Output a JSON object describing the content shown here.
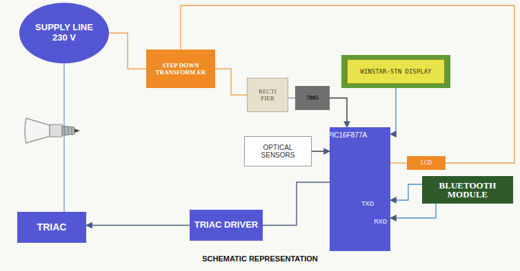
{
  "diagram": {
    "caption": "SCHEMATIC REPRESENTATION",
    "nodes": [
      {
        "text": [
          "SUPPLY LINE 230 V"
        ]
      },
      {
        "text": [
          "STEP DOWN TRANSFORM ER"
        ]
      },
      {
        "text": [
          "RECTI FIER"
        ]
      },
      {
        "text": [
          "7805"
        ]
      },
      {
        "text": [
          "OPTICAL SENSORS"
        ]
      },
      {
        "text": [
          "PIC16F877A"
        ]
      },
      {
        "text": [
          "WINSTAR-STN DISPLAY"
        ]
      },
      {
        "text": [
          "LCD"
        ]
      },
      {
        "text": [
          "BLUETOOTH MODULE"
        ]
      },
      {
        "text": [
          "TRIAC DRIVER"
        ]
      },
      {
        "text": [
          "TRIAC"
        ]
      }
    ],
    "edges": [
      {
        "from": 0,
        "to": 1,
        "arrow": "none"
      },
      {
        "from": 1,
        "to": 2,
        "arrow": "none"
      },
      {
        "from": 2,
        "to": 3,
        "arrow": "none"
      },
      {
        "from": 3,
        "to": 5,
        "arrow": "to"
      },
      {
        "from": 4,
        "to": 5,
        "arrow": "to"
      },
      {
        "from": 1,
        "to": 7,
        "arrow": "none"
      },
      {
        "from": 6,
        "to": 5,
        "arrow": "to"
      },
      {
        "from": 5,
        "to": 7,
        "arrow": "none"
      },
      {
        "from": 8,
        "to": 5,
        "arrow": "to"
      },
      {
        "from": 8,
        "to": 5,
        "arrow": "to"
      },
      {
        "from": 5,
        "to": 9,
        "arrow": "none"
      },
      {
        "from": 9,
        "to": 10,
        "arrow": "to"
      },
      {
        "from": 0,
        "to": 10,
        "arrow": "none"
      }
    ],
    "labels": [
      "TXD",
      "RXD"
    ]
  }
}
